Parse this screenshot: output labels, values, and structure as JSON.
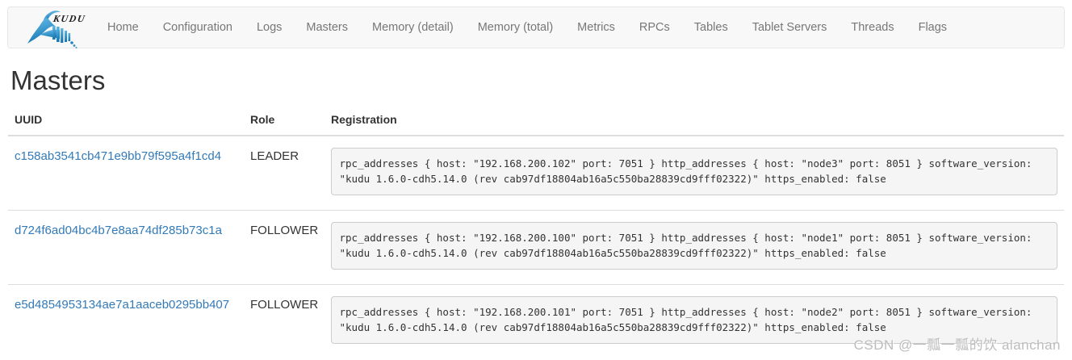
{
  "navbar": {
    "logo_text": "KUDU",
    "items": [
      {
        "label": "Home"
      },
      {
        "label": "Configuration"
      },
      {
        "label": "Logs"
      },
      {
        "label": "Masters"
      },
      {
        "label": "Memory (detail)"
      },
      {
        "label": "Memory (total)"
      },
      {
        "label": "Metrics"
      },
      {
        "label": "RPCs"
      },
      {
        "label": "Tables"
      },
      {
        "label": "Tablet Servers"
      },
      {
        "label": "Threads"
      },
      {
        "label": "Flags"
      }
    ]
  },
  "page": {
    "title": "Masters"
  },
  "table": {
    "headers": [
      "UUID",
      "Role",
      "Registration"
    ],
    "rows": [
      {
        "uuid": "c158ab3541cb471e9bb79f595a4f1cd4",
        "role": "LEADER",
        "registration": "rpc_addresses { host: \"192.168.200.102\" port: 7051 } http_addresses { host: \"node3\" port: 8051 } software_version: \"kudu 1.6.0-cdh5.14.0 (rev cab97df18804ab16a5c550ba28839cd9fff02322)\" https_enabled: false"
      },
      {
        "uuid": "d724f6ad04bc4b7e8aa74df285b73c1a",
        "role": "FOLLOWER",
        "registration": "rpc_addresses { host: \"192.168.200.100\" port: 7051 } http_addresses { host: \"node1\" port: 8051 } software_version: \"kudu 1.6.0-cdh5.14.0 (rev cab97df18804ab16a5c550ba28839cd9fff02322)\" https_enabled: false"
      },
      {
        "uuid": "e5d4854953134ae7a1aaceb0295bb407",
        "role": "FOLLOWER",
        "registration": "rpc_addresses { host: \"192.168.200.101\" port: 7051 } http_addresses { host: \"node2\" port: 8051 } software_version: \"kudu 1.6.0-cdh5.14.0 (rev cab97df18804ab16a5c550ba28839cd9fff02322)\" https_enabled: false"
      }
    ]
  },
  "watermark": "CSDN @一瓢一瓢的饮 alanchan",
  "colors": {
    "navbar_bg": "#f8f8f8",
    "navbar_border": "#e7e7e7",
    "nav_link": "#777777",
    "link": "#337ab7",
    "pre_bg": "#f5f5f5",
    "pre_border": "#cccccc",
    "table_border": "#dddddd",
    "text": "#333333",
    "logo_blue": "#2e9bd6"
  }
}
